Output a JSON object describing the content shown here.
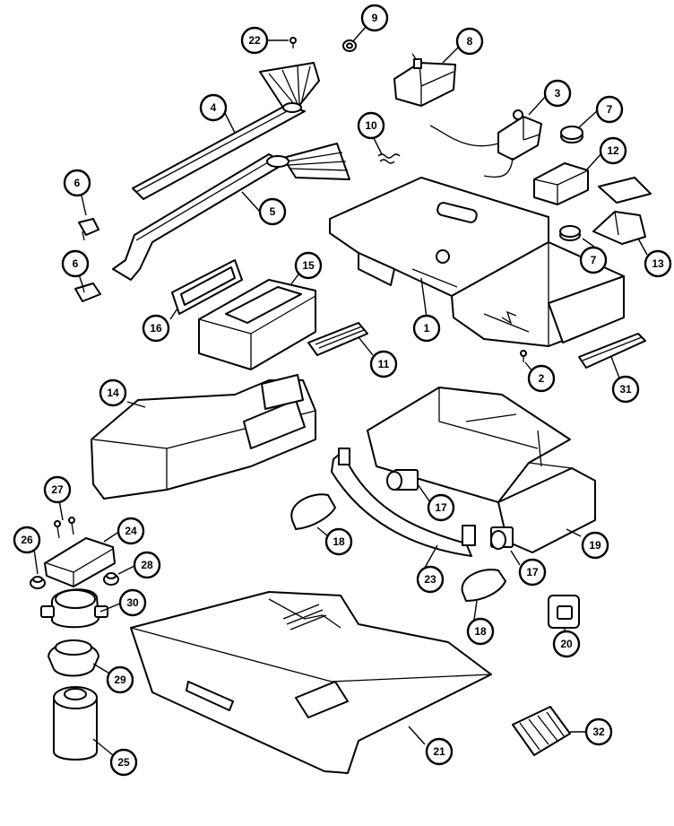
{
  "diagram": {
    "callouts": [
      {
        "id": "c1",
        "label": "1"
      },
      {
        "id": "c2",
        "label": "2"
      },
      {
        "id": "c3",
        "label": "3"
      },
      {
        "id": "c4",
        "label": "4"
      },
      {
        "id": "c5",
        "label": "5"
      },
      {
        "id": "c6a",
        "label": "6"
      },
      {
        "id": "c6b",
        "label": "6"
      },
      {
        "id": "c7a",
        "label": "7"
      },
      {
        "id": "c7b",
        "label": "7"
      },
      {
        "id": "c8",
        "label": "8"
      },
      {
        "id": "c9",
        "label": "9"
      },
      {
        "id": "c10",
        "label": "10"
      },
      {
        "id": "c11",
        "label": "11"
      },
      {
        "id": "c12",
        "label": "12"
      },
      {
        "id": "c13",
        "label": "13"
      },
      {
        "id": "c14",
        "label": "14"
      },
      {
        "id": "c15",
        "label": "15"
      },
      {
        "id": "c16",
        "label": "16"
      },
      {
        "id": "c17a",
        "label": "17"
      },
      {
        "id": "c17b",
        "label": "17"
      },
      {
        "id": "c18a",
        "label": "18"
      },
      {
        "id": "c18b",
        "label": "18"
      },
      {
        "id": "c19",
        "label": "19"
      },
      {
        "id": "c20",
        "label": "20"
      },
      {
        "id": "c21",
        "label": "21"
      },
      {
        "id": "c22",
        "label": "22"
      },
      {
        "id": "c23",
        "label": "23"
      },
      {
        "id": "c24",
        "label": "24"
      },
      {
        "id": "c25",
        "label": "25"
      },
      {
        "id": "c26",
        "label": "26"
      },
      {
        "id": "c27",
        "label": "27"
      },
      {
        "id": "c28",
        "label": "28"
      },
      {
        "id": "c29",
        "label": "29"
      },
      {
        "id": "c30",
        "label": "30"
      },
      {
        "id": "c31",
        "label": "31"
      },
      {
        "id": "c32",
        "label": "32"
      }
    ]
  }
}
